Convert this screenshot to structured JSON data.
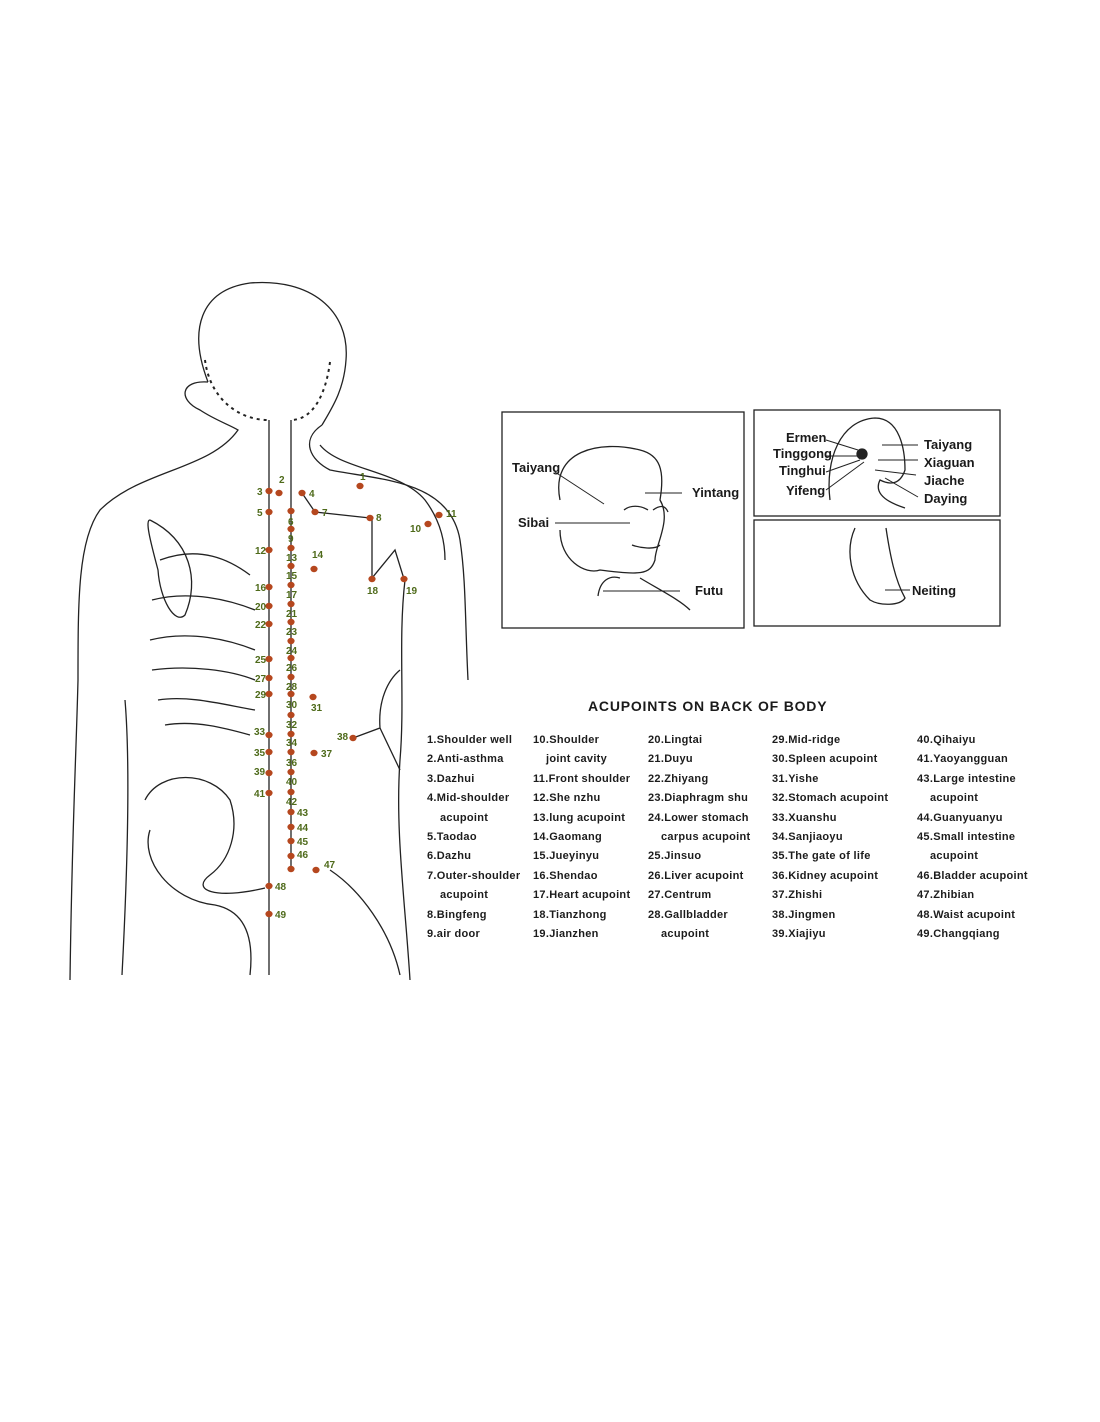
{
  "title": "ACUPOINTS ON BACK OF BODY",
  "colors": {
    "point": "#b5471e",
    "point_label": "#4e6a1a",
    "line": "#222222"
  },
  "point_numbers": [
    "1",
    "2",
    "3",
    "4",
    "5",
    "6",
    "7",
    "8",
    "9",
    "10",
    "11",
    "12",
    "13",
    "14",
    "15",
    "16",
    "17",
    "18",
    "19",
    "20",
    "21",
    "22",
    "23",
    "24",
    "25",
    "26",
    "27",
    "28",
    "29",
    "30",
    "31",
    "32",
    "33",
    "34",
    "35",
    "36",
    "37",
    "38",
    "39",
    "40",
    "41",
    "42",
    "43",
    "44",
    "45",
    "46",
    "47",
    "48",
    "49"
  ],
  "inset_front": {
    "labels": [
      "Taiyang",
      "Yintang",
      "Sibai",
      "Futu"
    ]
  },
  "inset_side": {
    "labels_left": [
      "Ermen",
      "Tinggong",
      "Tinghui",
      "Yifeng"
    ],
    "labels_right": [
      "Taiyang",
      "Xiaguan",
      "Jiache",
      "Daying"
    ]
  },
  "inset_foot": {
    "labels": [
      "Neiting"
    ]
  },
  "legend": [
    [
      {
        "t": "1.Shoulder well"
      },
      {
        "t": "2.Anti-asthma"
      },
      {
        "t": "3.Dazhui"
      },
      {
        "t": "4.Mid-shoulder",
        "c": "acupoint"
      },
      {
        "t": "5.Taodao"
      },
      {
        "t": "6.Dazhu"
      },
      {
        "t": "7.Outer-shoulder",
        "c": "acupoint"
      },
      {
        "t": "8.Bingfeng"
      },
      {
        "t": "9.air door"
      }
    ],
    [
      {
        "t": "10.Shoulder",
        "c": "joint cavity"
      },
      {
        "t": "11.Front  shoulder"
      },
      {
        "t": "12.She nzhu"
      },
      {
        "t": "13.lung acupoint"
      },
      {
        "t": "14.Gaomang"
      },
      {
        "t": "15.Jueyinyu"
      },
      {
        "t": "16.Shendao"
      },
      {
        "t": "17.Heart  acupoint"
      },
      {
        "t": "18.Tianzhong"
      },
      {
        "t": "19.Jianzhen"
      }
    ],
    [
      {
        "t": "20.Lingtai"
      },
      {
        "t": "21.Duyu"
      },
      {
        "t": "22.Zhiyang"
      },
      {
        "t": "23.Diaphragm shu"
      },
      {
        "t": "24.Lower stomach",
        "c": "carpus acupoint"
      },
      {
        "t": "25.Jinsuo"
      },
      {
        "t": "26.Liver acupoint"
      },
      {
        "t": "27.Centrum"
      },
      {
        "t": "28.Gallbladder",
        "c": "acupoint"
      }
    ],
    [
      {
        "t": "29.Mid-ridge"
      },
      {
        "t": "30.Spleen acupoint"
      },
      {
        "t": "31.Yishe"
      },
      {
        "t": "32.Stomach acupoint"
      },
      {
        "t": "33.Xuanshu"
      },
      {
        "t": "34.Sanjiaoyu"
      },
      {
        "t": "35.The gate of life"
      },
      {
        "t": "36.Kidney acupoint"
      },
      {
        "t": "37.Zhishi"
      },
      {
        "t": "38.Jingmen"
      },
      {
        "t": "39.Xiajiyu"
      }
    ],
    [
      {
        "t": "40.Qihaiyu"
      },
      {
        "t": "41.Yaoyangguan"
      },
      {
        "t": "43.Large intestine",
        "c": "acupoint"
      },
      {
        "t": "44.Guanyuanyu"
      },
      {
        "t": "45.Small intestine",
        "c": "acupoint"
      },
      {
        "t": "46.Bladder acupoint"
      },
      {
        "t": "47.Zhibian"
      },
      {
        "t": "48.Waist acupoint"
      },
      {
        "t": "49.Changqiang"
      }
    ]
  ]
}
